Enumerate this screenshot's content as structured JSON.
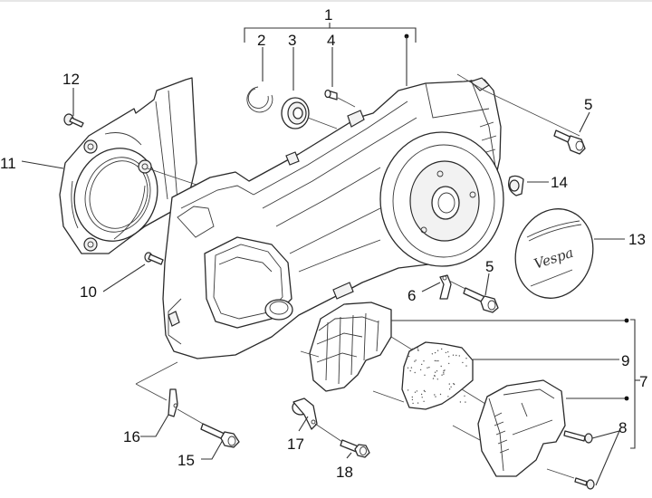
{
  "diagram": {
    "title": "Transmission cover exploded view",
    "brand_script": "Vespa",
    "callouts": {
      "c1": "1",
      "c2": "2",
      "c3": "3",
      "c4": "4",
      "c5a": "5",
      "c5b": "5",
      "c6": "6",
      "c7": "7",
      "c8": "8",
      "c9": "9",
      "c10": "10",
      "c11": "11",
      "c12": "12",
      "c13": "13",
      "c14": "14",
      "c15": "15",
      "c16": "16",
      "c17": "17",
      "c18": "18"
    },
    "groups": {
      "assembly_1_includes": [
        "2",
        "3",
        "4",
        "cover"
      ],
      "assembly_7_includes": [
        "intake-grille",
        "9",
        "air-duct",
        "8"
      ]
    }
  }
}
